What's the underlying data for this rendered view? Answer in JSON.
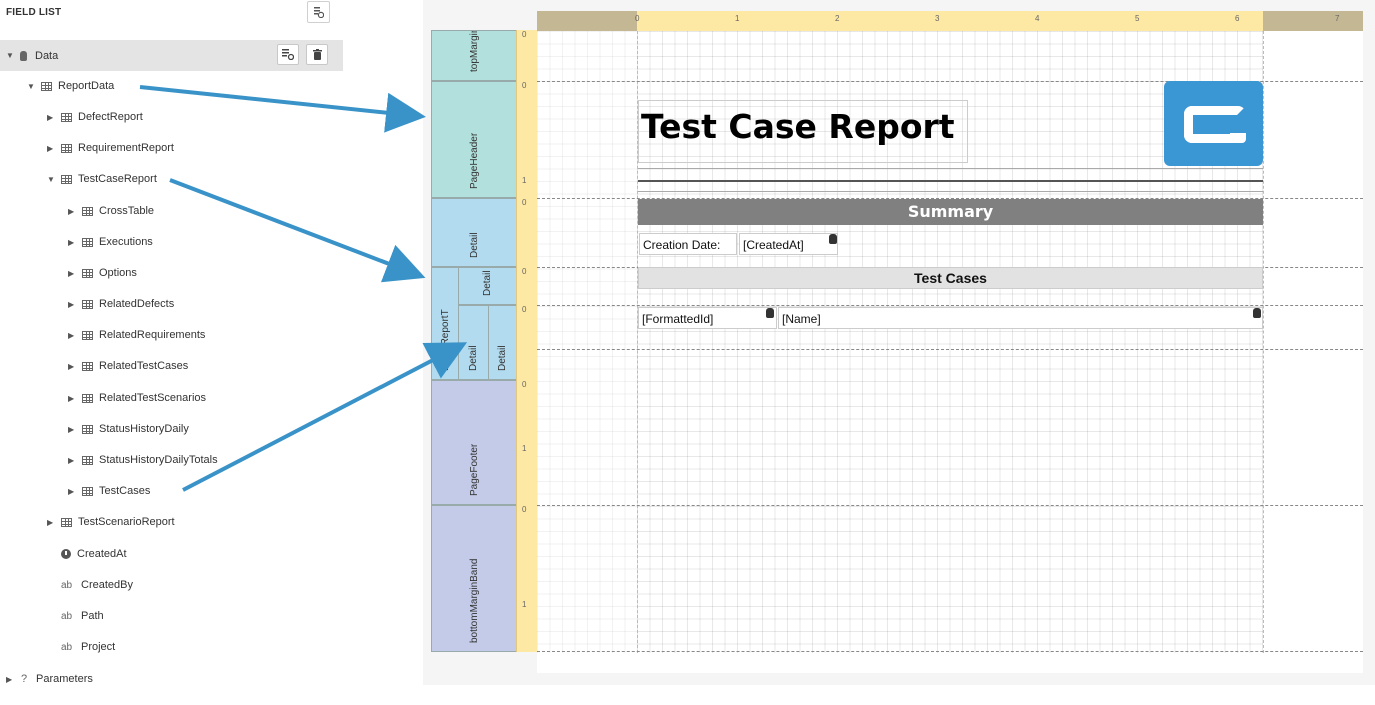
{
  "field_list": {
    "title": "FIELD LIST",
    "tree": [
      {
        "label": "Data",
        "toggle": "▼",
        "icon": "database-icon",
        "selected": true
      },
      {
        "label": "ReportData",
        "toggle": "▼",
        "icon": "table-icon"
      },
      {
        "label": "DefectReport",
        "toggle": "▶",
        "icon": "table-icon"
      },
      {
        "label": "RequirementReport",
        "toggle": "▶",
        "icon": "table-icon"
      },
      {
        "label": "TestCaseReport",
        "toggle": "▼",
        "icon": "table-icon"
      },
      {
        "label": "CrossTable",
        "toggle": "▶",
        "icon": "table-icon"
      },
      {
        "label": "Executions",
        "toggle": "▶",
        "icon": "table-icon"
      },
      {
        "label": "Options",
        "toggle": "▶",
        "icon": "table-icon"
      },
      {
        "label": "RelatedDefects",
        "toggle": "▶",
        "icon": "table-icon"
      },
      {
        "label": "RelatedRequirements",
        "toggle": "▶",
        "icon": "table-icon"
      },
      {
        "label": "RelatedTestCases",
        "toggle": "▶",
        "icon": "table-icon"
      },
      {
        "label": "RelatedTestScenarios",
        "toggle": "▶",
        "icon": "table-icon"
      },
      {
        "label": "StatusHistoryDaily",
        "toggle": "▶",
        "icon": "table-icon"
      },
      {
        "label": "StatusHistoryDailyTotals",
        "toggle": "▶",
        "icon": "table-icon"
      },
      {
        "label": "TestCases",
        "toggle": "▶",
        "icon": "table-icon"
      },
      {
        "label": "TestScenarioReport",
        "toggle": "▶",
        "icon": "table-icon"
      },
      {
        "label": "CreatedAt",
        "toggle": "",
        "icon": "clock-icon"
      },
      {
        "label": "CreatedBy",
        "toggle": "",
        "icon": "ab-icon",
        "icon_text": "ab"
      },
      {
        "label": "Path",
        "toggle": "",
        "icon": "ab-icon",
        "icon_text": "ab"
      },
      {
        "label": "Project",
        "toggle": "",
        "icon": "ab-icon",
        "icon_text": "ab"
      },
      {
        "label": "Parameters",
        "toggle": "▶",
        "icon": "question-icon",
        "icon_text": "?"
      }
    ]
  },
  "designer": {
    "bands": [
      {
        "name": "topMargin",
        "color": "#b2e0dc"
      },
      {
        "name": "PageHeader",
        "color": "#b2e0dc"
      },
      {
        "name": "Detail",
        "color": "#b3dbef"
      },
      {
        "name": "DetailReportT",
        "color": "#b3dbef"
      },
      {
        "name": "Detail",
        "color": "#b3dbef"
      },
      {
        "name": "Detail",
        "color": "#b3dbef"
      },
      {
        "name": "Detail",
        "color": "#b3dbef"
      },
      {
        "name": "PageFooter",
        "color": "#c4cbe8"
      },
      {
        "name": "bottomMarginBand",
        "color": "#c4cbe8"
      }
    ],
    "ruler_h": [
      "0",
      "1",
      "2",
      "3",
      "4",
      "5",
      "6",
      "7"
    ],
    "ruler_v": [
      {
        "label": "0"
      },
      {
        "label": "0"
      },
      {
        "label": "1"
      },
      {
        "label": "0"
      },
      {
        "label": "0"
      },
      {
        "label": "0"
      },
      {
        "label": "0"
      },
      {
        "label": "1"
      },
      {
        "label": "0"
      },
      {
        "label": "1"
      }
    ],
    "report": {
      "title": "Test Case Report",
      "summary": "Summary",
      "creation_label": "Creation Date:",
      "created_at": "[CreatedAt]",
      "test_cases": "Test Cases",
      "formatted_id": "[FormattedId]",
      "name": "[Name]"
    },
    "colors": {
      "ruler": "#fde8a4",
      "ruler_outside": "#c4b894",
      "logo": "#3b96d4",
      "arrow": "#3a93c8"
    }
  }
}
